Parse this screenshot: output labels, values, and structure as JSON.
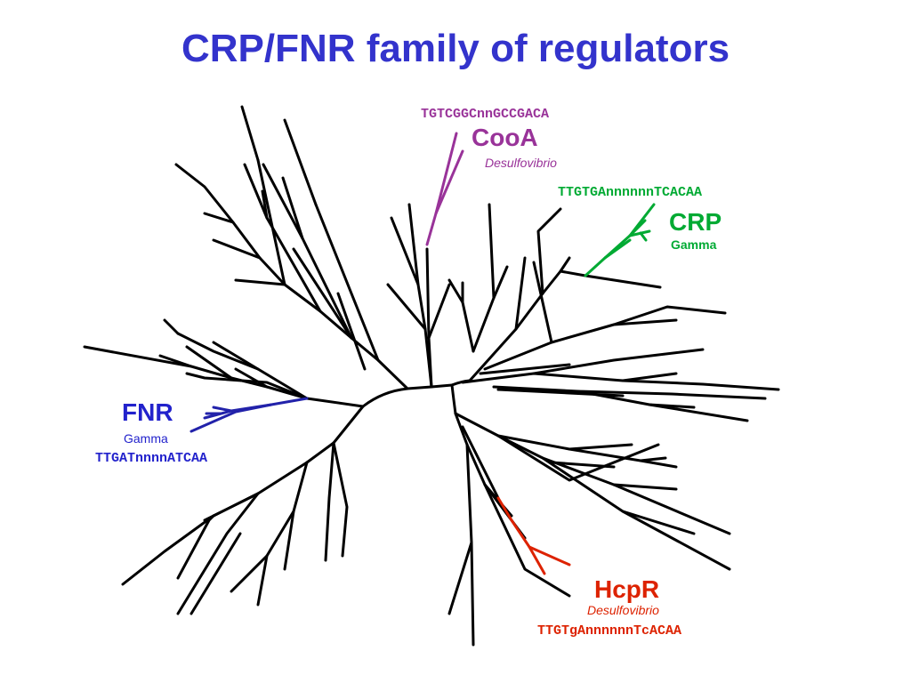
{
  "title": "CRP/FNR family of regulators",
  "colors": {
    "title": "#3333cc",
    "tree": "#000000",
    "cooa": "#993399",
    "crp": "#00aa33",
    "fnr": "#2222aa",
    "hcpr": "#dd2200"
  },
  "clades": {
    "cooa": {
      "name": "CooA",
      "organism": "Desulfovibrio",
      "motif": "TGTCGGCnnGCCGACA"
    },
    "crp": {
      "name": "CRP",
      "organism": "Gamma",
      "motif": "TTGTGAnnnnnnTCACAA"
    },
    "fnr": {
      "name": "FNR",
      "organism": "Gamma",
      "motif": "TTGATnnnnATCAA"
    },
    "hcpr": {
      "name": "HcpR",
      "organism": "Desulfovibrio",
      "motif": "TTGTgAnnnnnnTcACAA"
    }
  }
}
